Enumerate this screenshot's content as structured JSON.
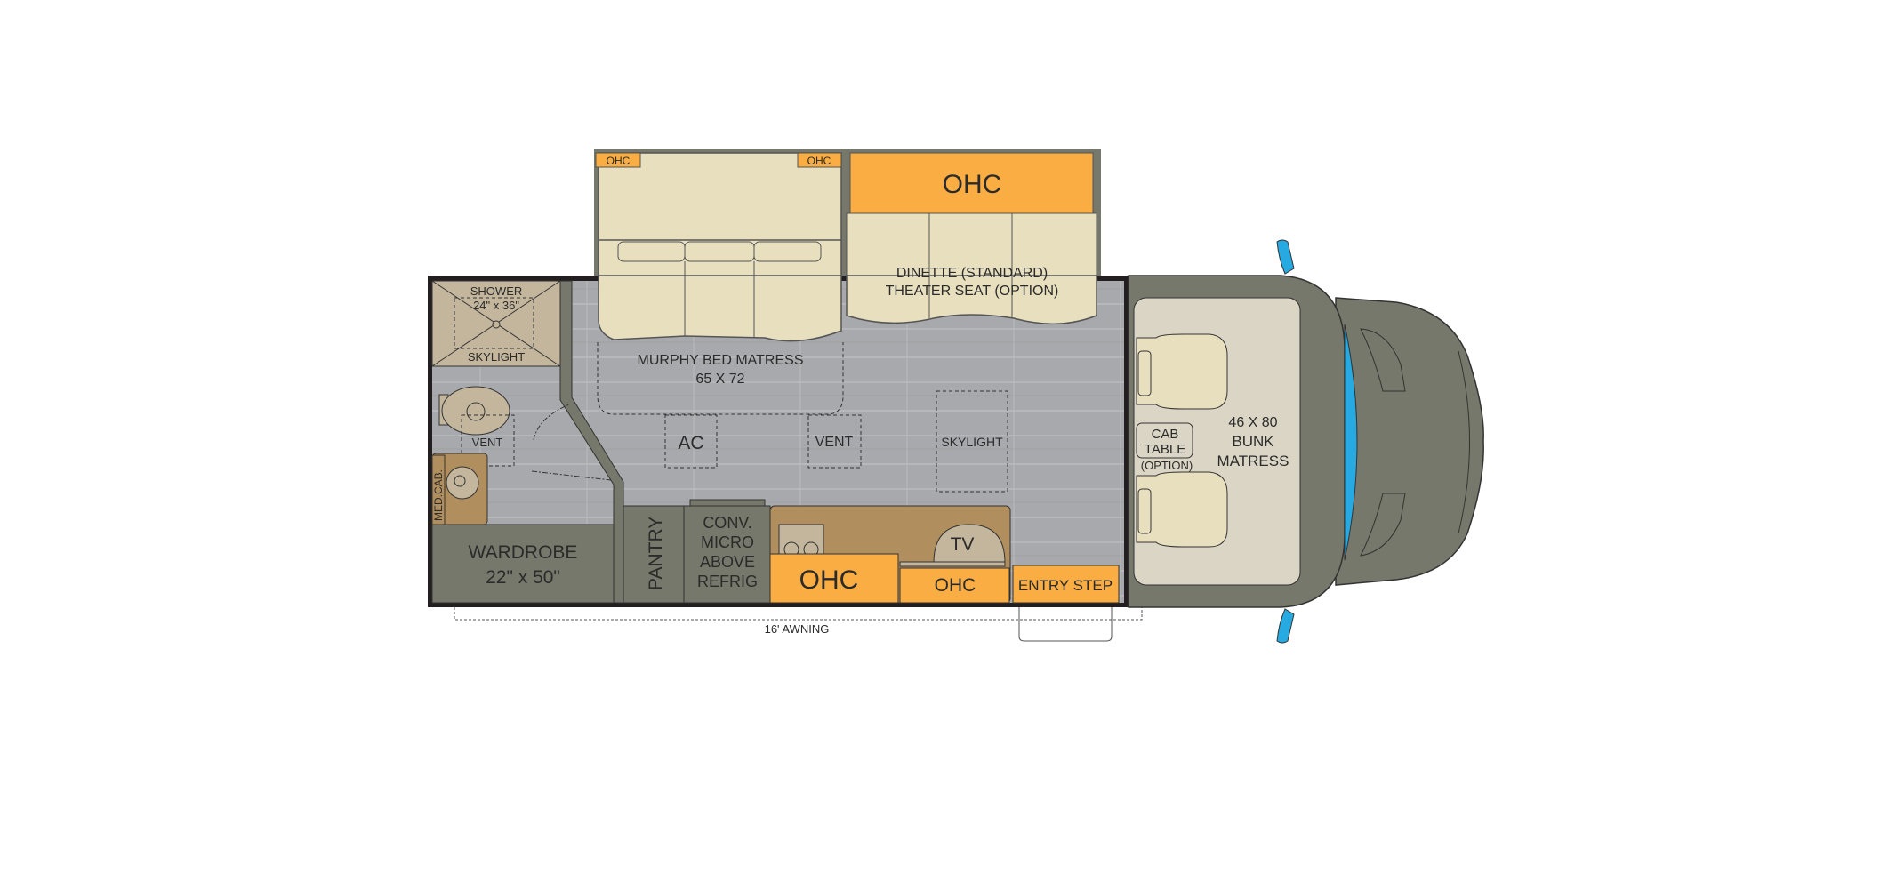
{
  "colors": {
    "overhead_cabinet": "#f9ad42",
    "furniture_cream": "#e8dfbf",
    "wall_olive": "#75786a",
    "floor_gray": "#a7a9ac",
    "shower_tan": "#c3b69c",
    "counter_brown": "#b08e5e",
    "bunk_mattress": "#dad5c4",
    "windshield_blue": "#27a9e1",
    "outline_black": "#231f20"
  },
  "slideout": {
    "ohc_small_left": "OHC",
    "ohc_small_right": "OHC",
    "ohc_large": "OHC",
    "dinette_line1": "DINETTE (STANDARD)",
    "dinette_line2": "THEATER SEAT (OPTION)",
    "murphy_line1": "MURPHY BED MATRESS",
    "murphy_line2": "65 X 72"
  },
  "bath": {
    "shower_line1": "SHOWER",
    "shower_line2": "24\" x 36\"",
    "shower_skylight": "SKYLIGHT",
    "vent": "VENT",
    "med_cab": "MED.CAB."
  },
  "ceiling": {
    "ac": "AC",
    "vent": "VENT",
    "skylight": "SKYLIGHT"
  },
  "storage": {
    "wardrobe_line1": "WARDROBE",
    "wardrobe_line2": "22\" x 50\"",
    "pantry": "PANTRY",
    "micro_lines": [
      "CONV.",
      "MICRO",
      "ABOVE",
      "REFRIG"
    ],
    "ohc_galley": "OHC",
    "ohc_tv": "OHC",
    "tv": "TV",
    "entry_step": "ENTRY STEP"
  },
  "awning": "16' AWNING",
  "cab": {
    "table_line1": "CAB",
    "table_line2": "TABLE",
    "table_option": "(OPTION)",
    "bunk_line1": "46 X 80",
    "bunk_line2": "BUNK",
    "bunk_line3": "MATRESS"
  }
}
